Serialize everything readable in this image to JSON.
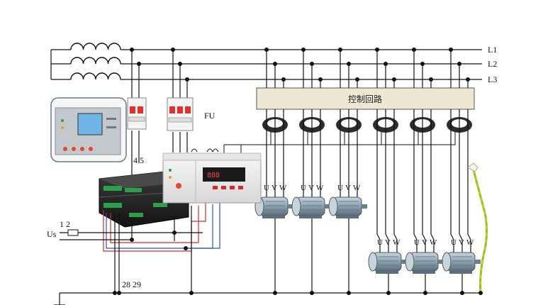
{
  "lines": {
    "l1": "L1",
    "l2": "L2",
    "l3": "L3"
  },
  "control_loop_label": "控制回路",
  "fuse_label": "FU",
  "terminals": {
    "t45": "4 5",
    "t12": "1 2",
    "t2829": "28 29"
  },
  "supply_label": "Us",
  "motor_terminals": [
    "U",
    "V",
    "W"
  ],
  "colors": {
    "wire": "#111111",
    "red_wire": "#d22a2a",
    "blue_wire": "#2a55c8",
    "control_box": "#eee7d3",
    "ground": "#8fc31f",
    "ground_stripe": "#e5d12c",
    "ct": "#2c2c2c",
    "motor": "#8aa0ad"
  },
  "icons": [
    "inductor-icon",
    "fuse-icon",
    "current-transformer-icon",
    "motor-icon",
    "ground-icon",
    "relay-module-icon",
    "display-module-icon"
  ]
}
